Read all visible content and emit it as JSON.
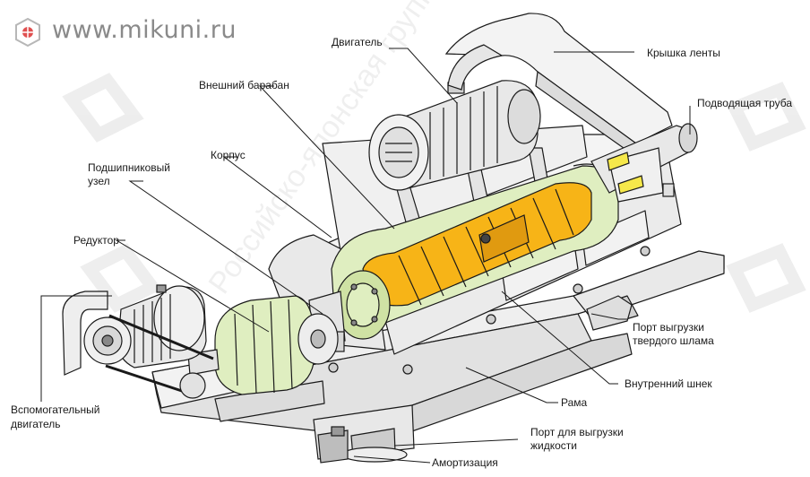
{
  "site": {
    "url_text": "www.mikuni.ru",
    "watermark_text": "Российско-японская группа"
  },
  "colors": {
    "inner_screw": "#f7b417",
    "drum_green": "#dfeec0",
    "frame_gray": "#e6e6e6",
    "line": "#1a1a1a",
    "accent_yellow": "#f6e84a"
  },
  "labels": {
    "motor": "Двигатель",
    "belt_cover": "Крышка ленты",
    "outer_drum": "Внешний барабан",
    "feed_pipe": "Подводящая труба",
    "housing": "Корпус",
    "bearing_line1": "Подшипниковый",
    "bearing_line2": "узел",
    "gearbox": "Редуктор",
    "solids_port_line1": "Порт выгрузки",
    "solids_port_line2": "твердого шлама",
    "inner_screw": "Внутренний шнек",
    "frame": "Рама",
    "aux_motor_line1": "Вспомогательный",
    "aux_motor_line2": "двигатель",
    "liquid_port_line1": "Порт для выгрузки",
    "liquid_port_line2": "жидкости",
    "damping": "Амортизация"
  }
}
